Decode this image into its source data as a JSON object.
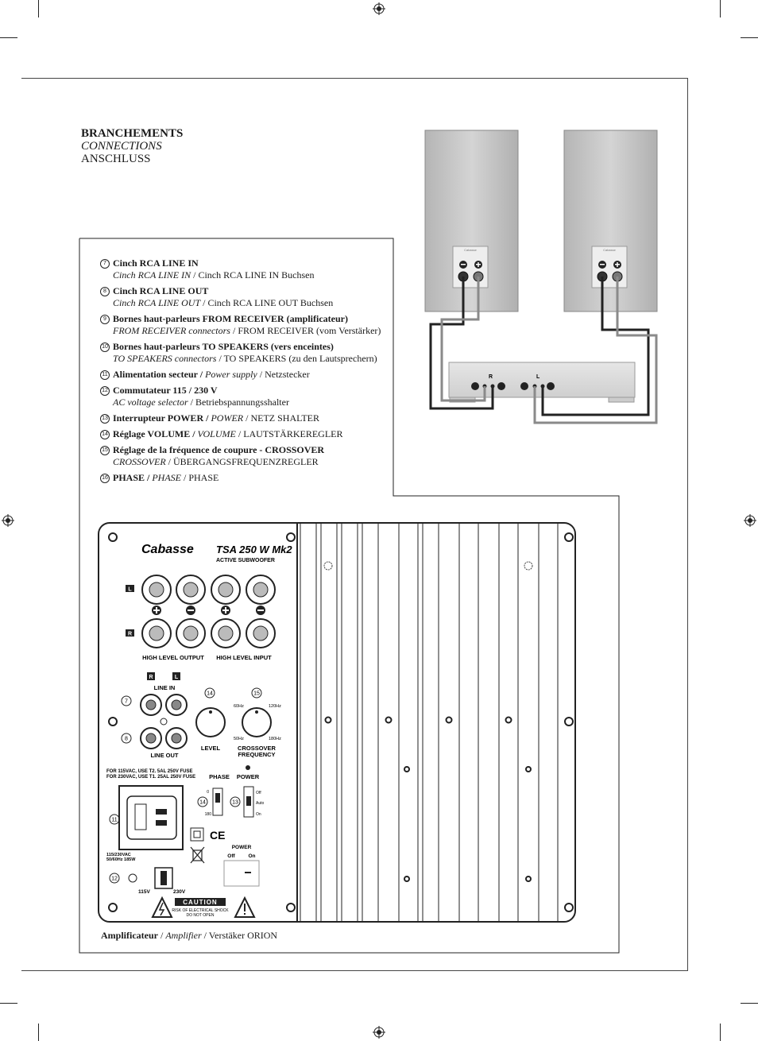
{
  "heading": {
    "fr": "BRANCHEMENTS",
    "en": "CONNECTIONS",
    "de": "ANSCHLUSS"
  },
  "items": [
    {
      "num": "7",
      "head": "Cinch RCA LINE IN",
      "en": "Cinch RCA LINE IN",
      "sep": " / ",
      "de": "Cinch RCA LINE IN Buchsen"
    },
    {
      "num": "8",
      "head": "Cinch RCA LINE OUT",
      "en": "Cinch RCA LINE OUT",
      "sep": " / ",
      "de": "Cinch RCA LINE OUT Buchsen"
    },
    {
      "num": "9",
      "head": "Bornes haut-parleurs FROM RECEIVER (amplificateur)",
      "en": "FROM RECEIVER connectors",
      "sep": " / ",
      "de": "FROM RECEIVER (vom Verstärker)"
    },
    {
      "num": "10",
      "head": "Bornes haut-parleurs TO SPEAKERS (vers enceintes)",
      "en": "TO SPEAKERS connectors",
      "sep": " / ",
      "de": "TO SPEAKERS (zu den Lautsprechern)"
    },
    {
      "num": "11",
      "head": "Alimentation secteur / ",
      "en": "Power supply",
      "sep": " / ",
      "de": "Netzstecker"
    },
    {
      "num": "12",
      "head": "Commutateur 115 / 230 V",
      "en": "AC voltage selector",
      "sep": " / ",
      "de": "Betriebspannungsshalter"
    },
    {
      "num": "13",
      "head": "Interrupteur POWER / ",
      "en": "POWER",
      "sep": " / ",
      "de": "NETZ SHALTER"
    },
    {
      "num": "14",
      "head": "Réglage VOLUME / ",
      "en": "VOLUME",
      "sep": " / ",
      "de": "LAUTSTÄRKEREGLER"
    },
    {
      "num": "15",
      "head": "Réglage de la fréquence de coupure - CROSSOVER",
      "en": "CROSSOVER",
      "sep": " / ",
      "de": "ÜBERGANGSFREQUENZREGLER"
    },
    {
      "num": "16",
      "head": "PHASE / ",
      "en": "PHASE",
      "sep": " / ",
      "de": "PHASE"
    }
  ],
  "panel": {
    "brand": "Cabasse",
    "model": "TSA 250 W  Mk2",
    "subtitle": "ACTIVE SUBWOOFER",
    "left_label": "L",
    "right_label": "R",
    "high_level_output": "HIGH LEVEL OUTPUT",
    "high_level_input": "HIGH LEVEL INPUT",
    "line_in": "LINE  IN",
    "line_out": "LINE  OUT",
    "level": "LEVEL",
    "crossover": "CROSSOVER",
    "frequency": "FREQUENCY",
    "freq_60a": "60Hz",
    "freq_120": "120Hz",
    "freq_50": "50Hz",
    "freq_180": "180Hz",
    "phase": "PHASE",
    "power": "POWER",
    "phase_0": "0",
    "phase_180": "180",
    "sw_off": "Off",
    "sw_auto": "Auto",
    "sw_on": "On",
    "fuse1": "FOR 115VAC, USE T2. 5AL 250V FUSE",
    "fuse2": "FOR 230VAC, USE T1. 25AL 250V FUSE",
    "rating1": "115/230VAC",
    "rating2": "50/60Hz 185W",
    "power_off": "Off",
    "power_on": "On",
    "v115": "115V",
    "v230": "230V",
    "caution": "CAUTION",
    "caution1": "RISK OF ELECTRICAL SHOCK",
    "caution2": "DO NOT OPEN",
    "ce": "CE",
    "c7": "7",
    "c8": "8",
    "c11": "11",
    "c12": "12",
    "c13": "13",
    "c14": "14",
    "c15": "15"
  },
  "amp_diagram": {
    "r": "R",
    "l": "L",
    "badge": "Cabasse"
  },
  "caption": {
    "fr": "Amplificateur",
    "sep1": " / ",
    "en": "Amplifier",
    "sep2": " / ",
    "de": "Verstäker ORION"
  }
}
